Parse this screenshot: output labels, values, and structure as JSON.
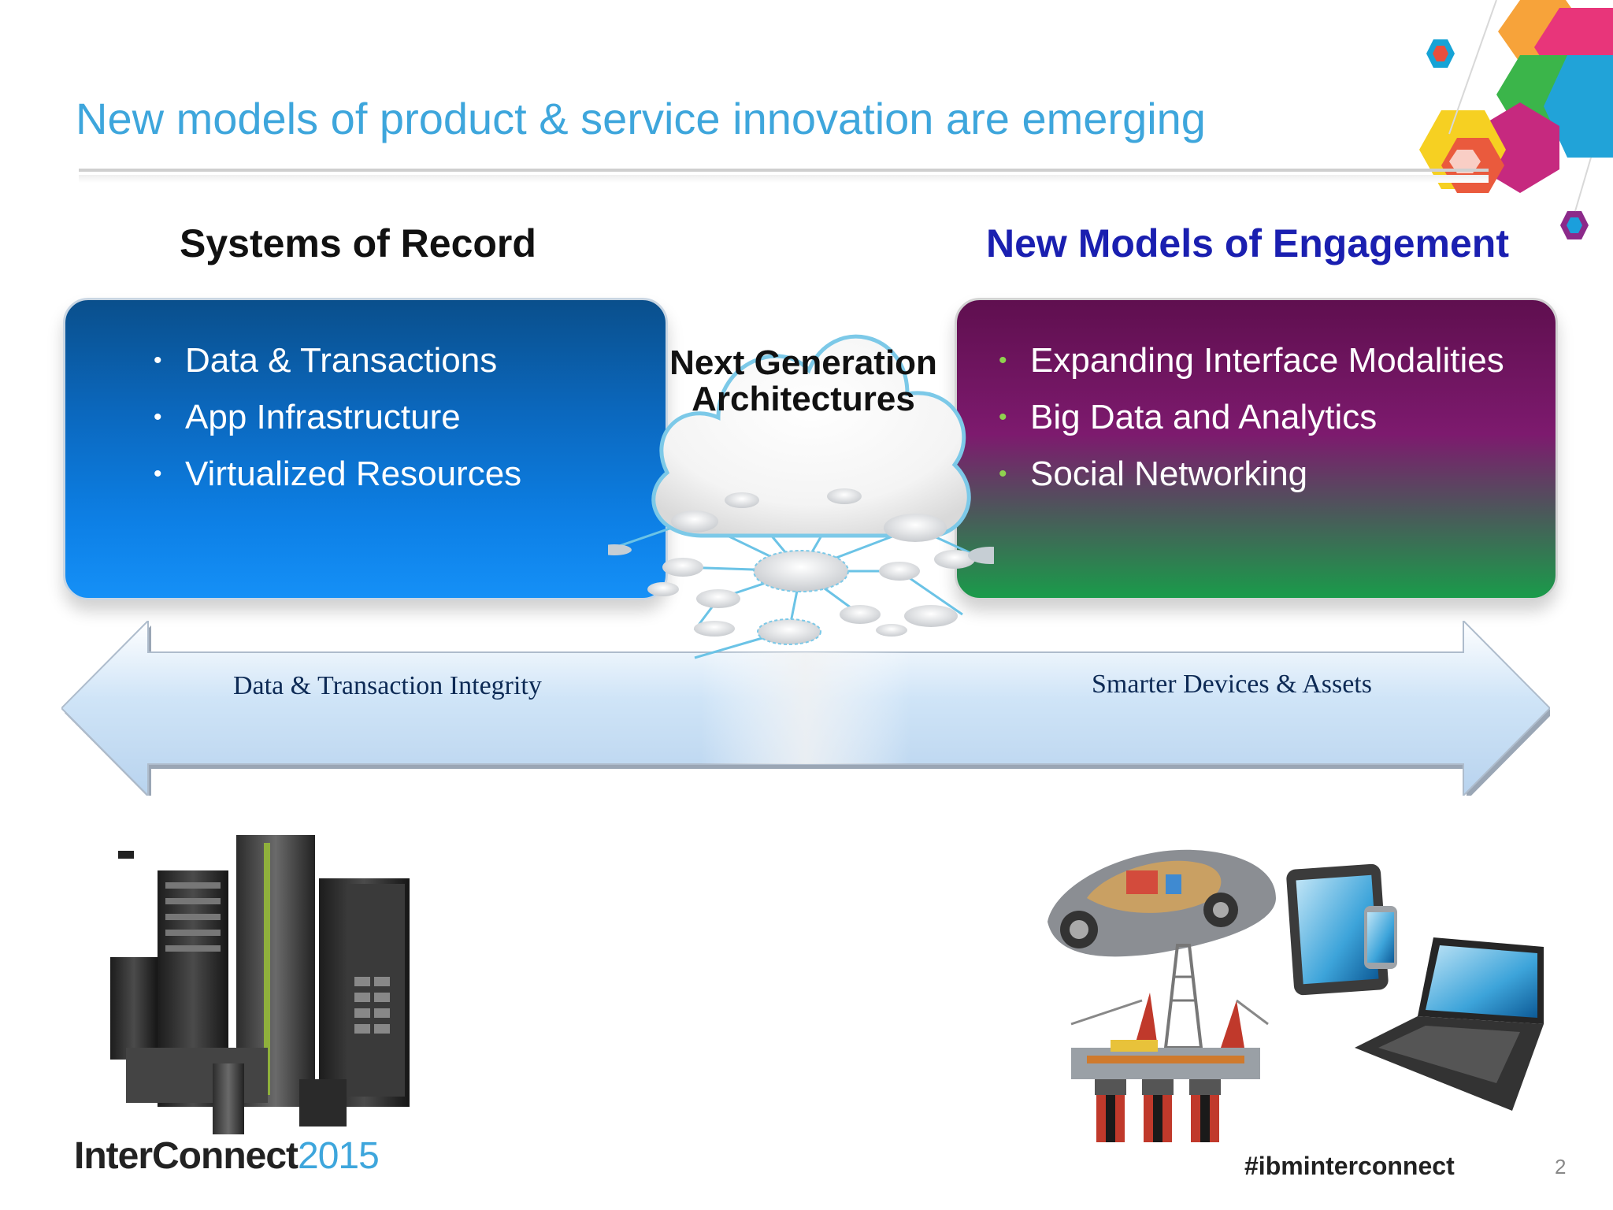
{
  "slide": {
    "title": "New models of product & service innovation are emerging",
    "left_heading": "Systems of Record",
    "right_heading": "New Models of Engagement",
    "left_bullets": [
      "Data & Transactions",
      "App Infrastructure",
      "Virtualized Resources"
    ],
    "right_bullets": [
      "Expanding Interface Modalities",
      "Big Data and Analytics",
      "Social Networking"
    ],
    "cloud_label": "Next Generation Architectures",
    "arrow_left_label": "Data & Transaction Integrity",
    "arrow_right_label": "Smarter Devices & Assets",
    "footer": {
      "logo_word": "InterConnect",
      "logo_year": "2015",
      "hashtag": "#ibminterconnect",
      "page_number": "2"
    },
    "bullet_glyph": "•"
  },
  "colors": {
    "title": "#3ea6dc",
    "left_heading": "#111111",
    "right_heading": "#1a1fb0",
    "left_box": "#0d80e6",
    "right_box_top": "#7d1a6e",
    "right_box_bottom": "#1a9b4a",
    "right_bullet": "#8fd14f"
  },
  "icons": [
    "hexagon-decoration",
    "cloud-network-icon",
    "server-racks-image",
    "car-image",
    "oil-rig-image",
    "tablet-phone-image",
    "laptop-image",
    "double-arrow"
  ]
}
